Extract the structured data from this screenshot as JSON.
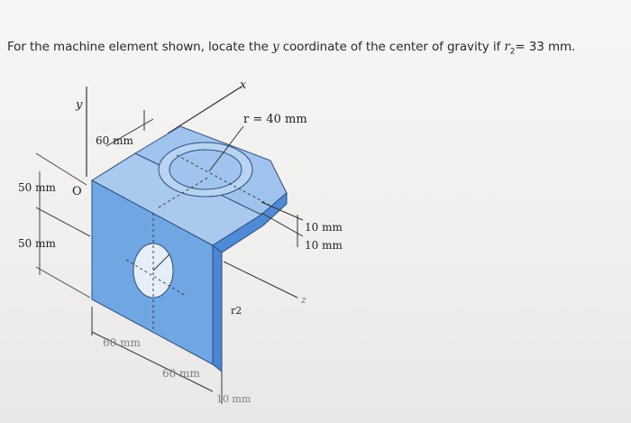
{
  "question": {
    "prefix": "For the machine element shown, locate the ",
    "var_y": "y",
    "middle": " coordinate of the center of gravity if ",
    "var_r": "r",
    "sub": "2",
    "suffix": "= 33 mm."
  },
  "figure": {
    "axis_y": "y",
    "axis_x": "x",
    "axis_z": "z",
    "origin": "O",
    "radius_label": "r = 40 mm",
    "dim_top_60": "60 mm",
    "dim_50_upper": "50 mm",
    "dim_50_lower": "50 mm",
    "dim_10_a": "10 mm",
    "dim_10_b": "10 mm",
    "r2_label": "r2",
    "dim_bottom_60_left": "60 mm",
    "dim_bottom_60_right": "60 mm",
    "dim_bottom_10": "10 mm",
    "colors": {
      "face_light": "#a9c9ee",
      "face_mid": "#7fb0e6",
      "face_dark": "#5d97dc",
      "edge": "#2c4f7c",
      "background": "#f4f2f0"
    }
  }
}
